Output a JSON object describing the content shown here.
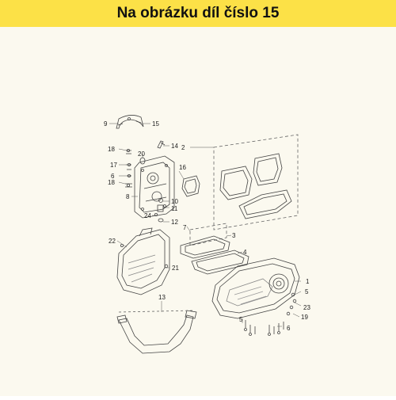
{
  "banner": {
    "text": "Na obrázku díl číslo 15"
  },
  "diagram": {
    "callouts": [
      "1",
      "2",
      "3",
      "4",
      "5",
      "5",
      "6",
      "6",
      "7",
      "8",
      "9",
      "10",
      "11",
      "12",
      "13",
      "14",
      "15",
      "16",
      "17",
      "18",
      "18",
      "19",
      "20",
      "21",
      "22",
      "23",
      "24"
    ]
  }
}
